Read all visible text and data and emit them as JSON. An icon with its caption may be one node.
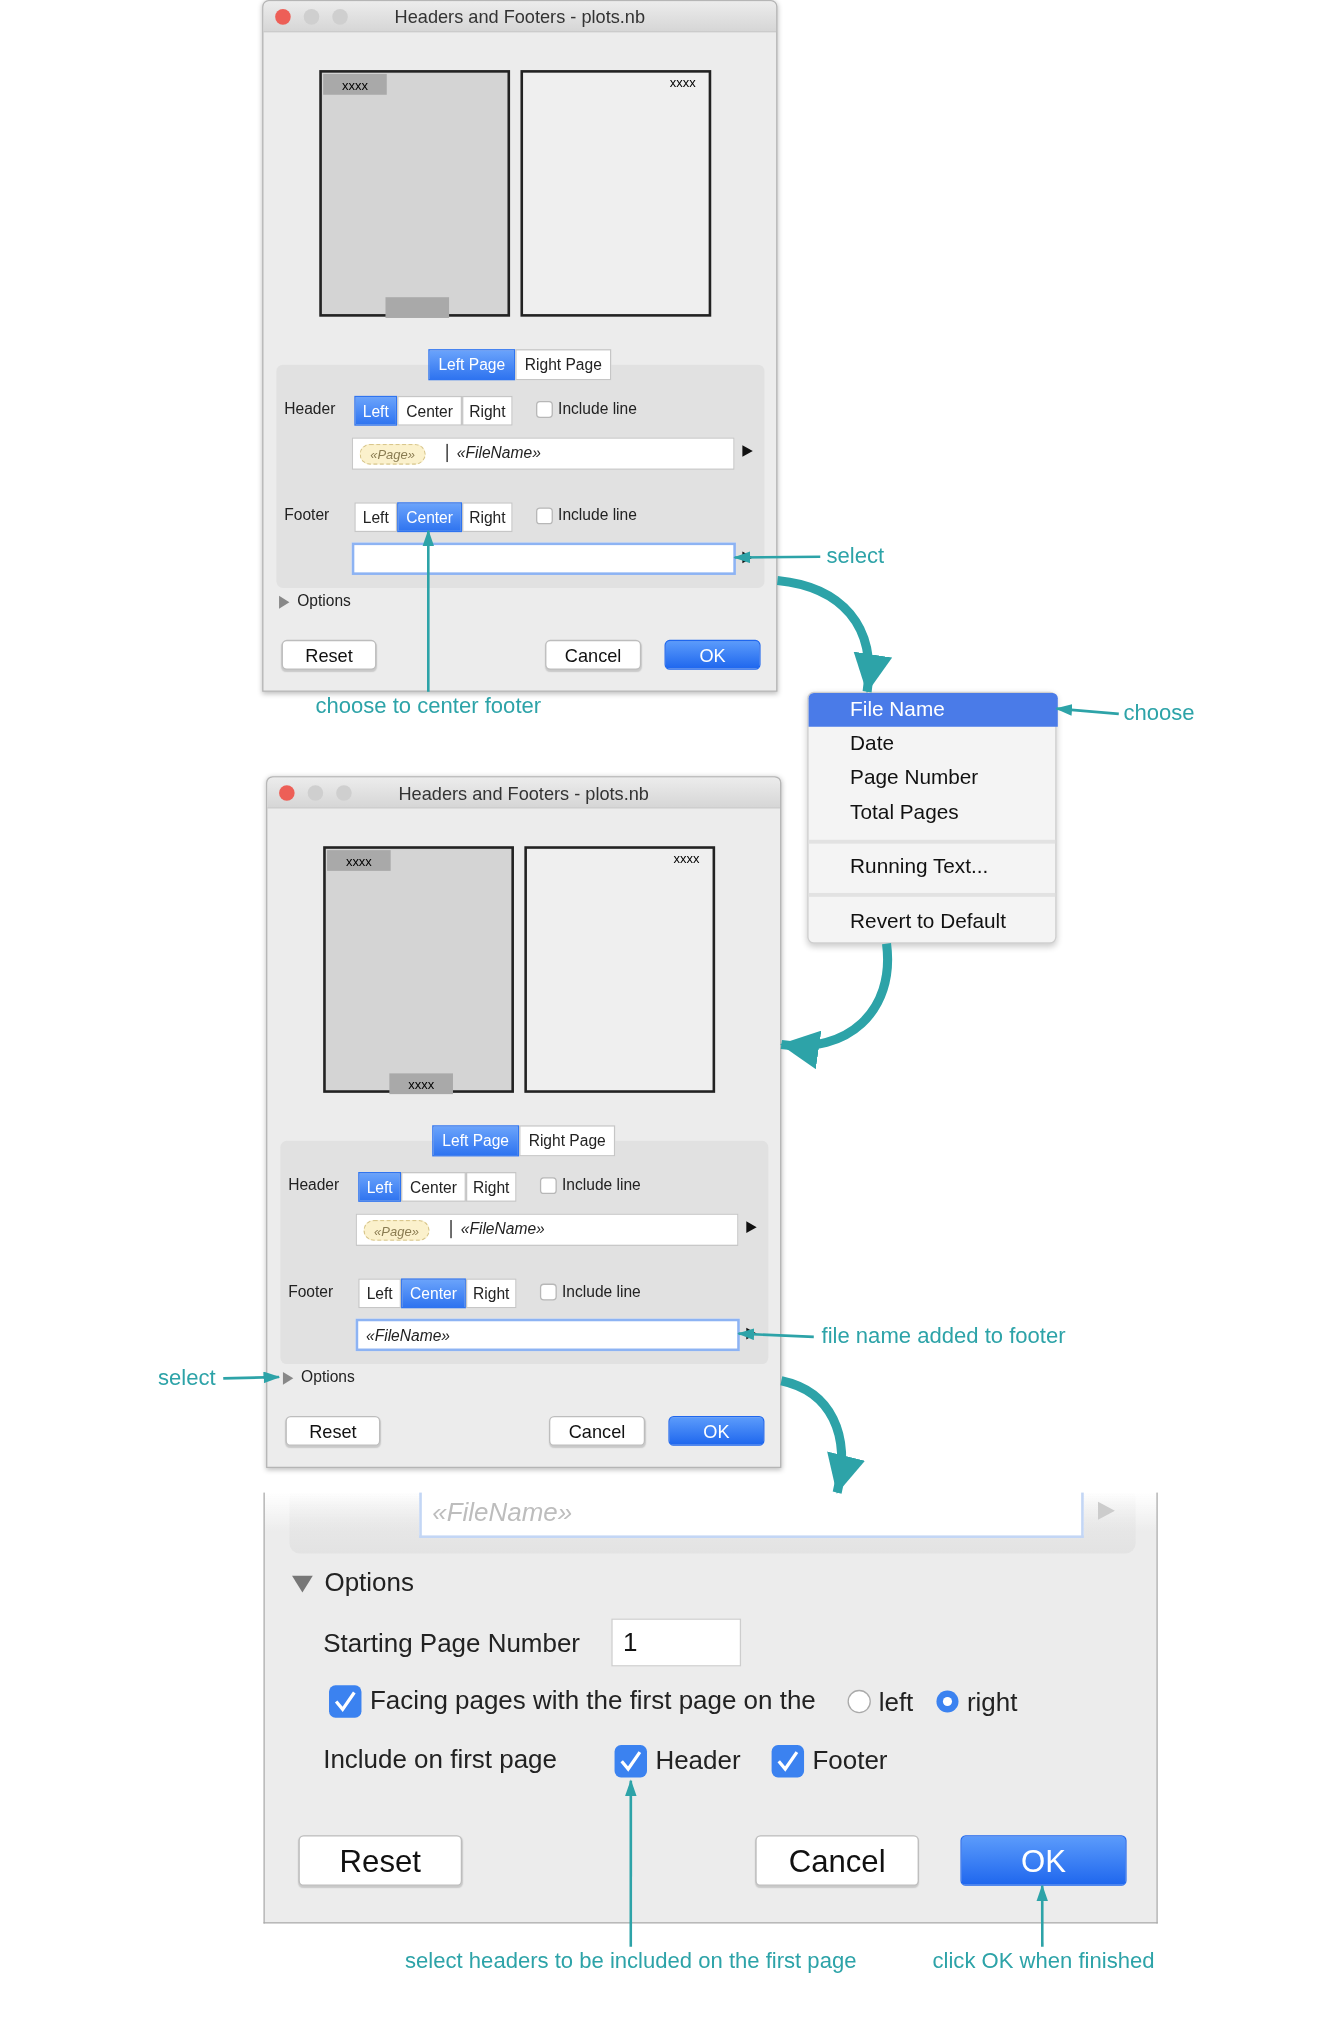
{
  "diagram": {
    "nodes": [
      {
        "text": [
          "Headers and Footers - plots.nb"
        ]
      },
      {
        "text": [],
        "shape": "box",
        "in": 0
      },
      {
        "text": [
          "xxxx"
        ],
        "in": 1
      },
      {
        "text": [],
        "shape": "bar",
        "in": 1
      },
      {
        "text": [
          "xxxx"
        ],
        "in": 0
      },
      {
        "text": [
          "Left Page"
        ],
        "in": 0
      },
      {
        "text": [
          "Right Page"
        ],
        "in": 0
      },
      {
        "text": [
          "Left"
        ],
        "in": 0
      },
      {
        "text": [
          "Center"
        ],
        "in": 0
      },
      {
        "text": [
          "Right"
        ],
        "in": 0
      },
      {
        "text": [
          "«FileName»"
        ],
        "in": 0
      },
      {
        "text": [
          "«Page»"
        ],
        "in": 10
      },
      {
        "text": [
          "Left"
        ],
        "in": 0
      },
      {
        "text": [
          "Center"
        ],
        "in": 0
      },
      {
        "text": [
          "Right"
        ],
        "in": 0
      },
      {
        "text": [],
        "shape": "box",
        "in": 0
      },
      {
        "text": [
          "Options"
        ],
        "in": 0
      },
      {
        "text": [
          "Reset"
        ],
        "in": 0
      },
      {
        "text": [
          "Cancel"
        ],
        "in": 0
      },
      {
        "text": [
          "OK"
        ],
        "in": 0
      },
      {
        "text": [
          "select"
        ]
      },
      {
        "text": [
          "choose to center footer"
        ]
      },
      {
        "text": [],
        "shape": "box"
      },
      {
        "text": [
          "File Name"
        ],
        "in": 22
      },
      {
        "text": [
          "Date"
        ],
        "in": 22
      },
      {
        "text": [
          "Page Number"
        ],
        "in": 22
      },
      {
        "text": [
          "Total Pages"
        ],
        "in": 22
      },
      {
        "text": [
          "Running Text..."
        ],
        "in": 22
      },
      {
        "text": [
          "Revert to Default"
        ],
        "in": 22
      },
      {
        "text": [
          "choose"
        ]
      },
      {
        "text": [
          "Headers and Footers - plots.nb"
        ]
      },
      {
        "text": [],
        "shape": "box",
        "in": 30
      },
      {
        "text": [
          "xxxx"
        ],
        "in": 31
      },
      {
        "text": [
          "xxxx"
        ],
        "in": 31
      },
      {
        "text": [
          "xxxx"
        ],
        "in": 30
      },
      {
        "text": [
          "Left Page"
        ],
        "in": 30
      },
      {
        "text": [
          "Right Page"
        ],
        "in": 30
      },
      {
        "text": [
          "Left"
        ],
        "in": 30
      },
      {
        "text": [
          "Center"
        ],
        "in": 30
      },
      {
        "text": [
          "Right"
        ],
        "in": 30
      },
      {
        "text": [
          "«FileName»"
        ],
        "in": 30
      },
      {
        "text": [
          "«Page»"
        ],
        "in": 40
      },
      {
        "text": [
          "Left"
        ],
        "in": 30
      },
      {
        "text": [
          "Center"
        ],
        "in": 30
      },
      {
        "text": [
          "Right"
        ],
        "in": 30
      },
      {
        "text": [
          "«FileName»"
        ],
        "in": 30
      },
      {
        "text": [
          "Options"
        ],
        "in": 30
      },
      {
        "text": [
          "Reset"
        ],
        "in": 30
      },
      {
        "text": [
          "Cancel"
        ],
        "in": 30
      },
      {
        "text": [
          "OK"
        ],
        "in": 30
      },
      {
        "text": [
          "file name added to footer"
        ]
      },
      {
        "text": [
          "select"
        ]
      },
      {
        "text": [],
        "shape": "box"
      },
      {
        "text": [
          "«FileName»"
        ],
        "in": 52
      },
      {
        "text": [
          "Options"
        ],
        "in": 52
      },
      {
        "text": [
          "1"
        ],
        "in": 52
      },
      {
        "text": [
          "Facing pages with the first page on the"
        ],
        "in": 52
      },
      {
        "text": [
          "left"
        ],
        "in": 52
      },
      {
        "text": [
          "right"
        ],
        "in": 52
      },
      {
        "text": [
          "Header"
        ],
        "in": 52
      },
      {
        "text": [
          "Footer"
        ],
        "in": 52
      },
      {
        "text": [
          "Reset"
        ],
        "in": 52
      },
      {
        "text": [
          "Cancel"
        ],
        "in": 52
      },
      {
        "text": [
          "OK"
        ],
        "in": 52
      },
      {
        "text": [
          "select headers to be included on the first page"
        ]
      },
      {
        "text": [
          "click OK when finished"
        ]
      }
    ],
    "edges": [
      {
        "from": 20,
        "to": 15,
        "arrow": "to"
      },
      {
        "from": 21,
        "to": 13,
        "arrow": "to"
      },
      {
        "from": 0,
        "to": 22,
        "arrow": "to",
        "style": "thick"
      },
      {
        "from": 29,
        "to": 23,
        "arrow": "to"
      },
      {
        "from": 22,
        "to": 30,
        "arrow": "to",
        "style": "thick"
      },
      {
        "from": 50,
        "to": 45,
        "arrow": "to"
      },
      {
        "from": 51,
        "to": 46,
        "arrow": "to"
      },
      {
        "from": 30,
        "to": 52,
        "arrow": "to",
        "style": "thick"
      },
      {
        "from": 64,
        "to": 59,
        "arrow": "to"
      },
      {
        "from": 65,
        "to": 63,
        "arrow": "to"
      }
    ],
    "labels": [
      "Header",
      "Include line",
      "Footer",
      "Include line",
      "Header",
      "Include line",
      "Footer",
      "Include line",
      "Starting Page Number",
      "Include on first page"
    ]
  }
}
